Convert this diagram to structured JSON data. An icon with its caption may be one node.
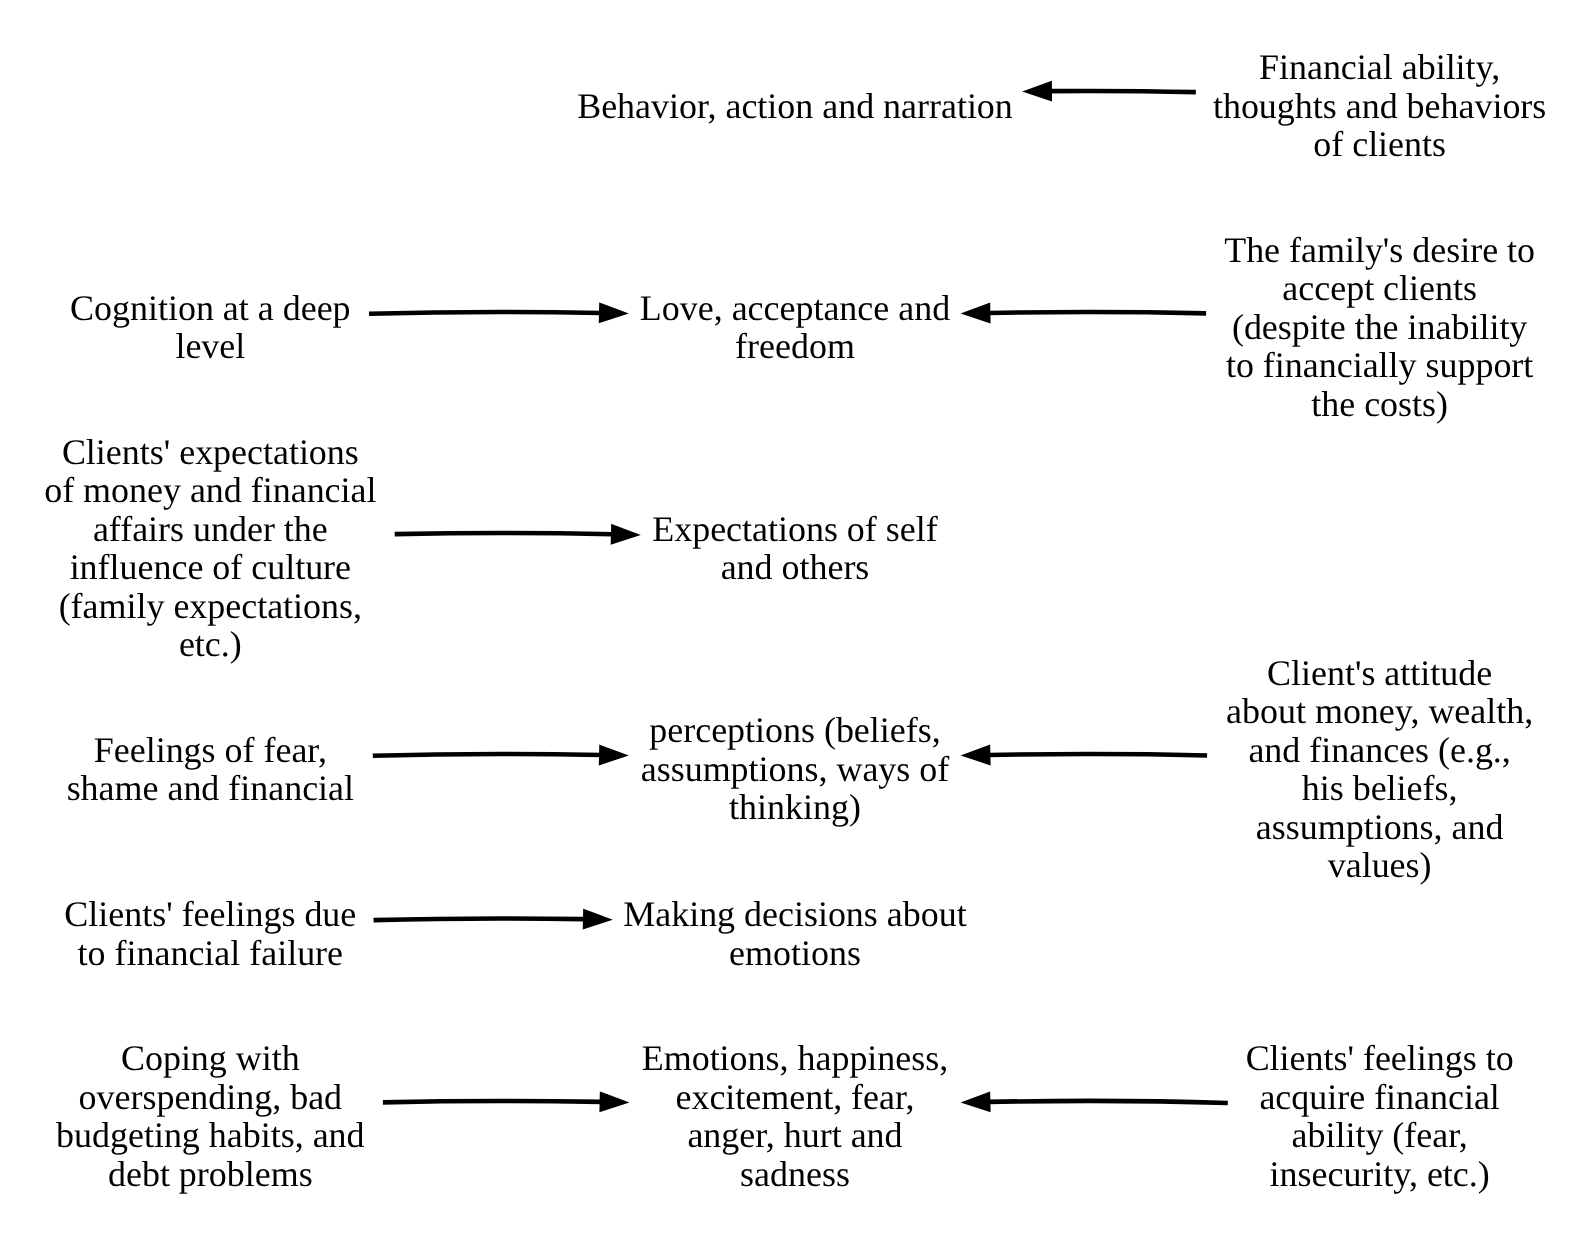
{
  "diagram": {
    "nodes": [
      {
        "text": [
          "Behavior, action and narration"
        ]
      },
      {
        "text": [
          "Financial ability, thoughts and behaviors of clients"
        ]
      },
      {
        "text": [
          "Coping with overspending, bad budgeting habits, and debt problems"
        ]
      },
      {
        "text": [
          "Emotions, happiness, excitement, fear, anger, hurt and sadness"
        ]
      },
      {
        "text": [
          "Clients' feelings to acquire financial ability (fear, insecurity, etc.)"
        ]
      },
      {
        "text": [
          "Clients' feelings due to financial failure"
        ]
      },
      {
        "text": [
          "Making decisions about emotions"
        ]
      },
      {
        "text": [
          "Client's attitude about money, wealth, and finances (e.g., his beliefs, assumptions, and values)"
        ]
      },
      {
        "text": [
          "Feelings of fear, shame and financial"
        ]
      },
      {
        "text": [
          "perceptions (beliefs, assumptions, ways of thinking)"
        ]
      },
      {
        "text": [
          "Clients' expectations of money and financial affairs under the influence of culture (family expectations, etc.)"
        ]
      },
      {
        "text": [
          "Expectations of self and others"
        ]
      },
      {
        "text": [
          "The family's desire to accept clients (despite the inability to financially support the costs)"
        ]
      },
      {
        "text": [
          "Love, acceptance and freedom"
        ]
      },
      {
        "text": [
          "Cognition at a deep level"
        ]
      }
    ],
    "edges": [
      {
        "from": 1,
        "to": 0,
        "arrow": "to"
      },
      {
        "from": 2,
        "to": 3,
        "arrow": "to"
      },
      {
        "from": 4,
        "to": 3,
        "arrow": "to"
      },
      {
        "from": 5,
        "to": 6,
        "arrow": "to"
      },
      {
        "from": 7,
        "to": 9,
        "arrow": "to"
      },
      {
        "from": 8,
        "to": 9,
        "arrow": "to"
      },
      {
        "from": 10,
        "to": 11,
        "arrow": "to"
      },
      {
        "from": 12,
        "to": 13,
        "arrow": "to"
      },
      {
        "from": 14,
        "to": 13,
        "arrow": "to"
      }
    ]
  }
}
